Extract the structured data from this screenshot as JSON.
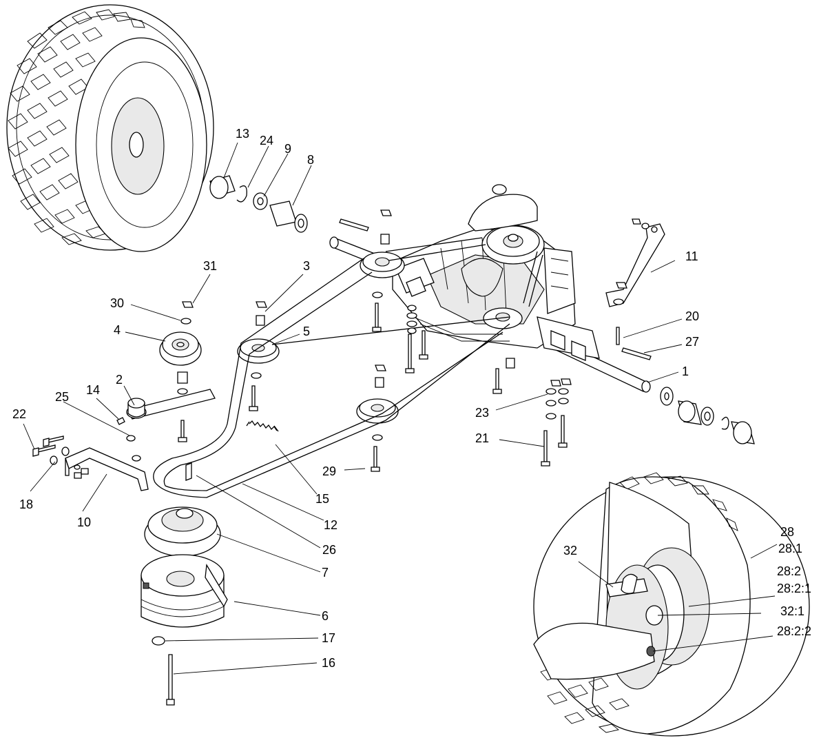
{
  "callouts": [
    "1",
    "2",
    "3",
    "4",
    "5",
    "6",
    "7",
    "8",
    "9",
    "10",
    "11",
    "12",
    "13",
    "14",
    "15",
    "16",
    "17",
    "18",
    "20",
    "21",
    "22",
    "23",
    "24",
    "25",
    "26",
    "27",
    "28",
    "28:1",
    "28:2",
    "28:2:1",
    "28:2:2",
    "29",
    "30",
    "31",
    "32",
    "32:1"
  ],
  "icons": {
    "tire_left": "tire-icon",
    "tire_right": "tire-icon",
    "transaxle": "transaxle-icon",
    "belt": "drive-belt-icon",
    "clutch": "electric-clutch-icon"
  }
}
